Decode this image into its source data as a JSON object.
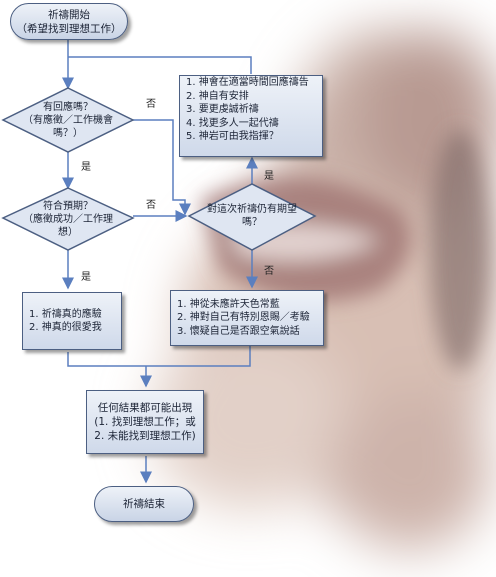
{
  "start": {
    "line1": "祈禱開始",
    "line2": "（希望找到理想工作）"
  },
  "q1": {
    "line1": "有回應嗎？",
    "line2": "（有應徵／工作機會",
    "line3": "嗎？）"
  },
  "q2": {
    "line1": "符合預期？",
    "line2": "（應徵成功／工作理",
    "line3": "想）"
  },
  "q3": {
    "line1": "對這次祈禱仍有期望",
    "line2": "嗎？"
  },
  "advice": [
    "1. 神會在適當時間回應禱告",
    "2. 神自有安排",
    "3. 要更虔誠祈禱",
    "4. 找更多人一起代禱",
    "5. 神岩可由我指揮？"
  ],
  "confirm": [
    "1. 祈禱真的應驗",
    "2. 神真的很愛我"
  ],
  "giveup": [
    "1. 神從未應許天色常藍",
    "2. 神對自己有特別恩賜／考驗",
    "3. 懷疑自己是否跟空氣說話"
  ],
  "result": {
    "line1": "任何結果都可能出現",
    "line2": "(1. 找到理想工作；或",
    "line3": "2. 未能找到理想工作)"
  },
  "end": {
    "label": "祈禱結束"
  },
  "labels": {
    "yes1": "是",
    "no1": "否",
    "yes2": "是",
    "no2": "否",
    "yes3": "是",
    "no3": "否"
  },
  "colors": {
    "node_fill": "#dbe3f0",
    "node_border": "#4c5f82",
    "arrow": "#5b7fbf"
  }
}
